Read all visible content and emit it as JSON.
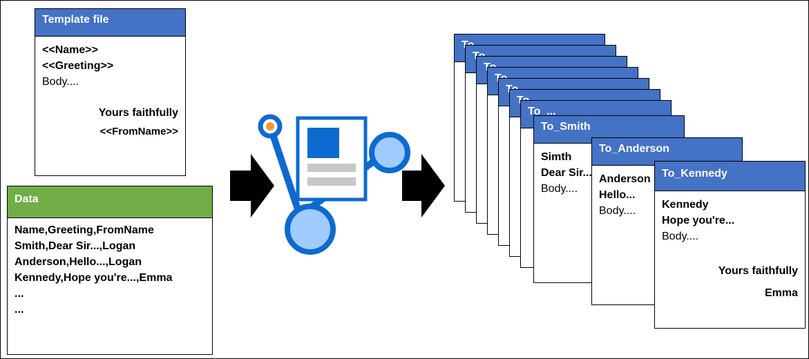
{
  "colors": {
    "template_header": "#4472C4",
    "data_header": "#70AD47",
    "output_header": "#4472C4",
    "logo_blue": "#0D6ACF",
    "logo_light": "#9FCBFF",
    "logo_orange": "#F39A2B",
    "logo_gray": "#C8C8C8"
  },
  "template": {
    "title": "Template file",
    "name_tag": "<<Name>>",
    "greeting_tag": "<<Greeting>>",
    "body": "Body....",
    "closing": "Yours faithfully",
    "from_tag": "<<FromName>>"
  },
  "data": {
    "title": "Data",
    "lines": [
      "Name,Greeting,FromName",
      "Smith,Dear Sir...,Logan",
      "Anderson,Hello...,Logan",
      "Kennedy,Hope you're...,Emma",
      "...",
      "..."
    ]
  },
  "stack_titles": [
    "To_",
    "To_",
    "To_",
    "To_",
    "To_",
    "To_",
    "To_..."
  ],
  "outputs": {
    "smith": {
      "title": "To_Smith",
      "name": "Simth",
      "greeting": "Dear Sir...",
      "body": "Body...."
    },
    "anderson": {
      "title": "To_Anderson",
      "name": "Anderson",
      "greeting": "Hello...",
      "body": "Body...."
    },
    "kennedy": {
      "title": "To_Kennedy",
      "name": "Kennedy",
      "greeting": "Hope you're...",
      "body": "Body....",
      "closing": "Yours faithfully",
      "from": "Emma"
    }
  },
  "icons": {
    "flow_arrows": "right-arrow-icon",
    "center": "mail-merge-logo-icon"
  }
}
